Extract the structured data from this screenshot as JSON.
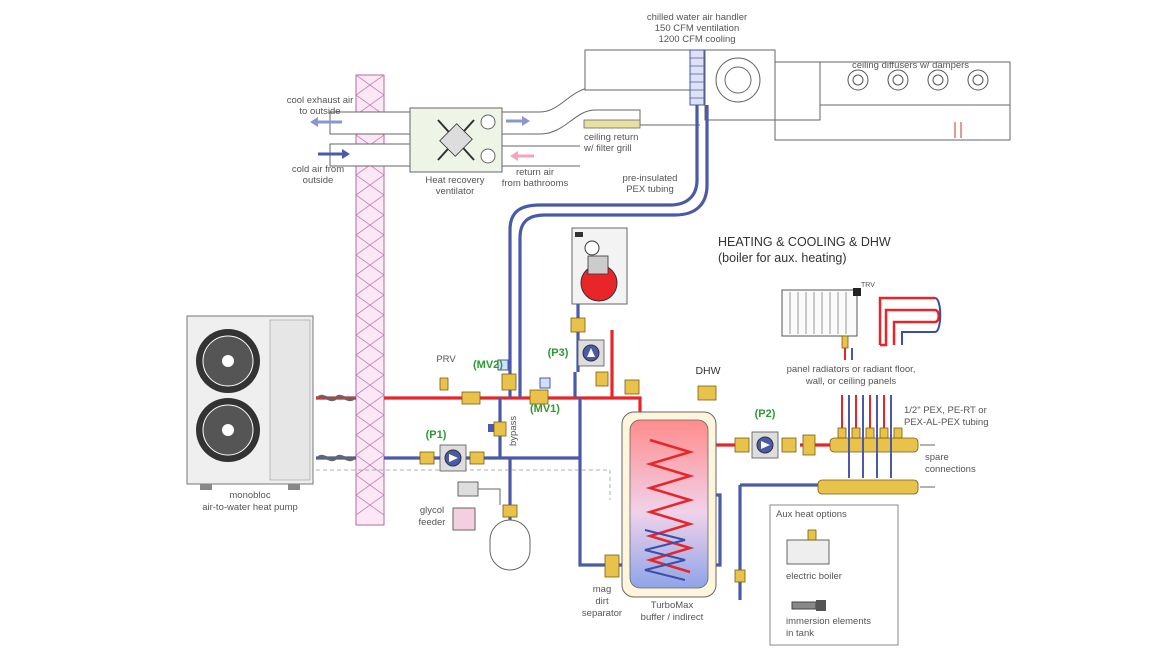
{
  "title": {
    "line1": "HEATING & COOLING & DHW",
    "line2": "(boiler for aux. heating)"
  },
  "air_handler": {
    "line1": "chilled water air handler",
    "line2": "150 CFM ventilation",
    "line3": "1200 CFM cooling"
  },
  "diffusers": "ceiling diffusers w/ dampers",
  "ceiling_return": {
    "line1": "ceiling return",
    "line2": "w/ filter grill"
  },
  "hrv": {
    "line1": "Heat recovery",
    "line2": "ventilator"
  },
  "exhaust": {
    "line1": "cool exhaust air",
    "line2": "to outside"
  },
  "intake": {
    "line1": "cold air from",
    "line2": "outside"
  },
  "return_air": {
    "line1": "return air",
    "line2": "from bathrooms"
  },
  "pex": {
    "line1": "pre-insulated",
    "line2": "PEX tubing"
  },
  "heat_pump": {
    "line1": "monobloc",
    "line2": "air-to-water heat pump"
  },
  "prv": "PRV",
  "mv2": "(MV2)",
  "mv1": "(MV1)",
  "p1": "(P1)",
  "p2": "(P2)",
  "p3": "(P3)",
  "bypass": "bypass",
  "glycol": {
    "line1": "glycol",
    "line2": "feeder"
  },
  "separator": {
    "line1": "mag",
    "line2": "dirt",
    "line3": "separator"
  },
  "tank": {
    "line1": "TurboMax",
    "line2": "buffer / indirect"
  },
  "dhw": "DHW",
  "trv": "TRV",
  "radiators": {
    "line1": "panel radiators or radiant floor,",
    "line2": "wall, or ceiling panels"
  },
  "tubing": {
    "line1": "1/2\" PEX, PE-RT or",
    "line2": "PEX-AL-PEX tubing"
  },
  "spare": {
    "line1": "spare",
    "line2": "connections"
  },
  "aux": {
    "heading": "Aux heat options",
    "opt1": "electric boiler",
    "opt2_line1": "immersion elements",
    "opt2_line2": "in tank"
  },
  "colors": {
    "hot": "#e8262a",
    "cold": "#4a5aa8",
    "valve_label": "#2e9a32",
    "brass": "#e8c24a"
  }
}
